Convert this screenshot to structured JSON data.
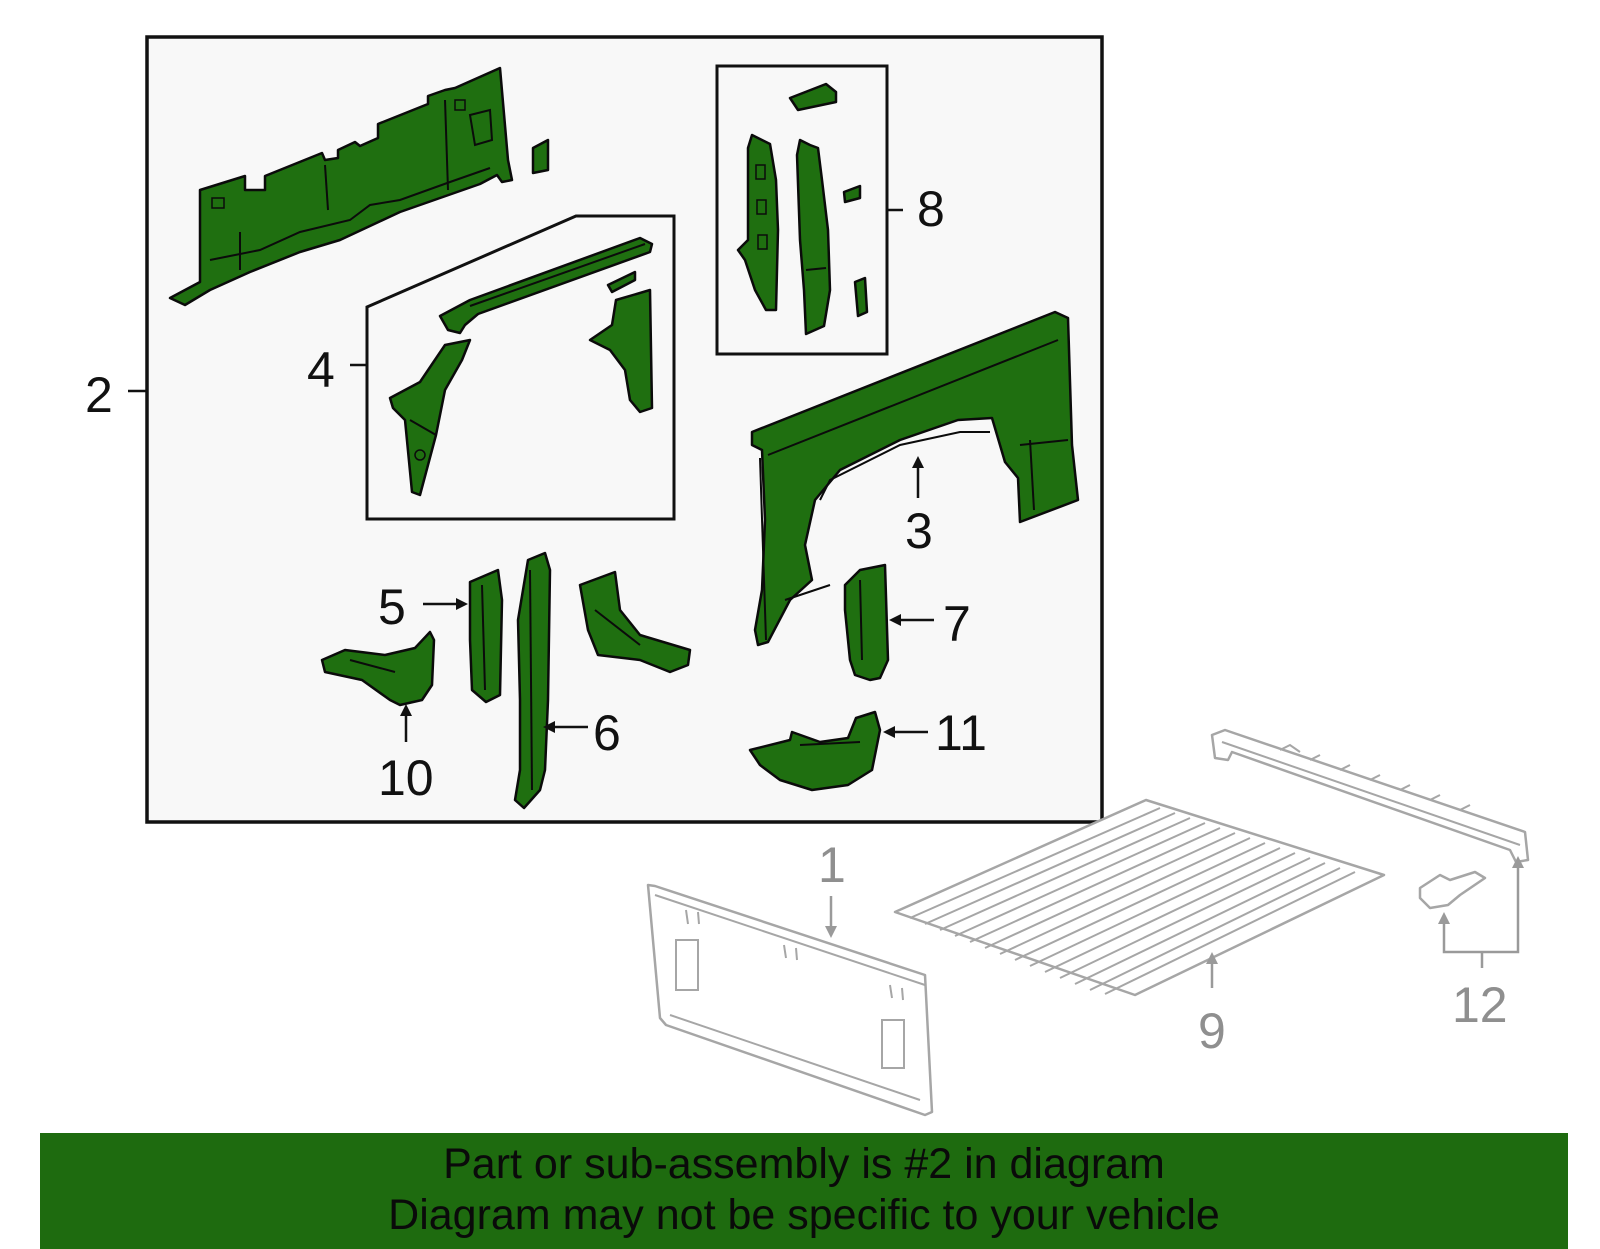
{
  "colors": {
    "part_fill": "#1f6f10",
    "part_stroke": "#0b0b0b",
    "box_fill": "#f8f8f8",
    "banner_fill": "#1e6b0f",
    "gray_part": "#a6a6a6"
  },
  "callouts": {
    "c1": "1",
    "c2": "2",
    "c3": "3",
    "c4": "4",
    "c5": "5",
    "c6": "6",
    "c7": "7",
    "c8": "8",
    "c9": "9",
    "c10": "10",
    "c11": "11",
    "c12": "12"
  },
  "banner": {
    "line1": "Part or sub-assembly is #2 in diagram",
    "line2": "Diagram may not be specific to your vehicle"
  }
}
